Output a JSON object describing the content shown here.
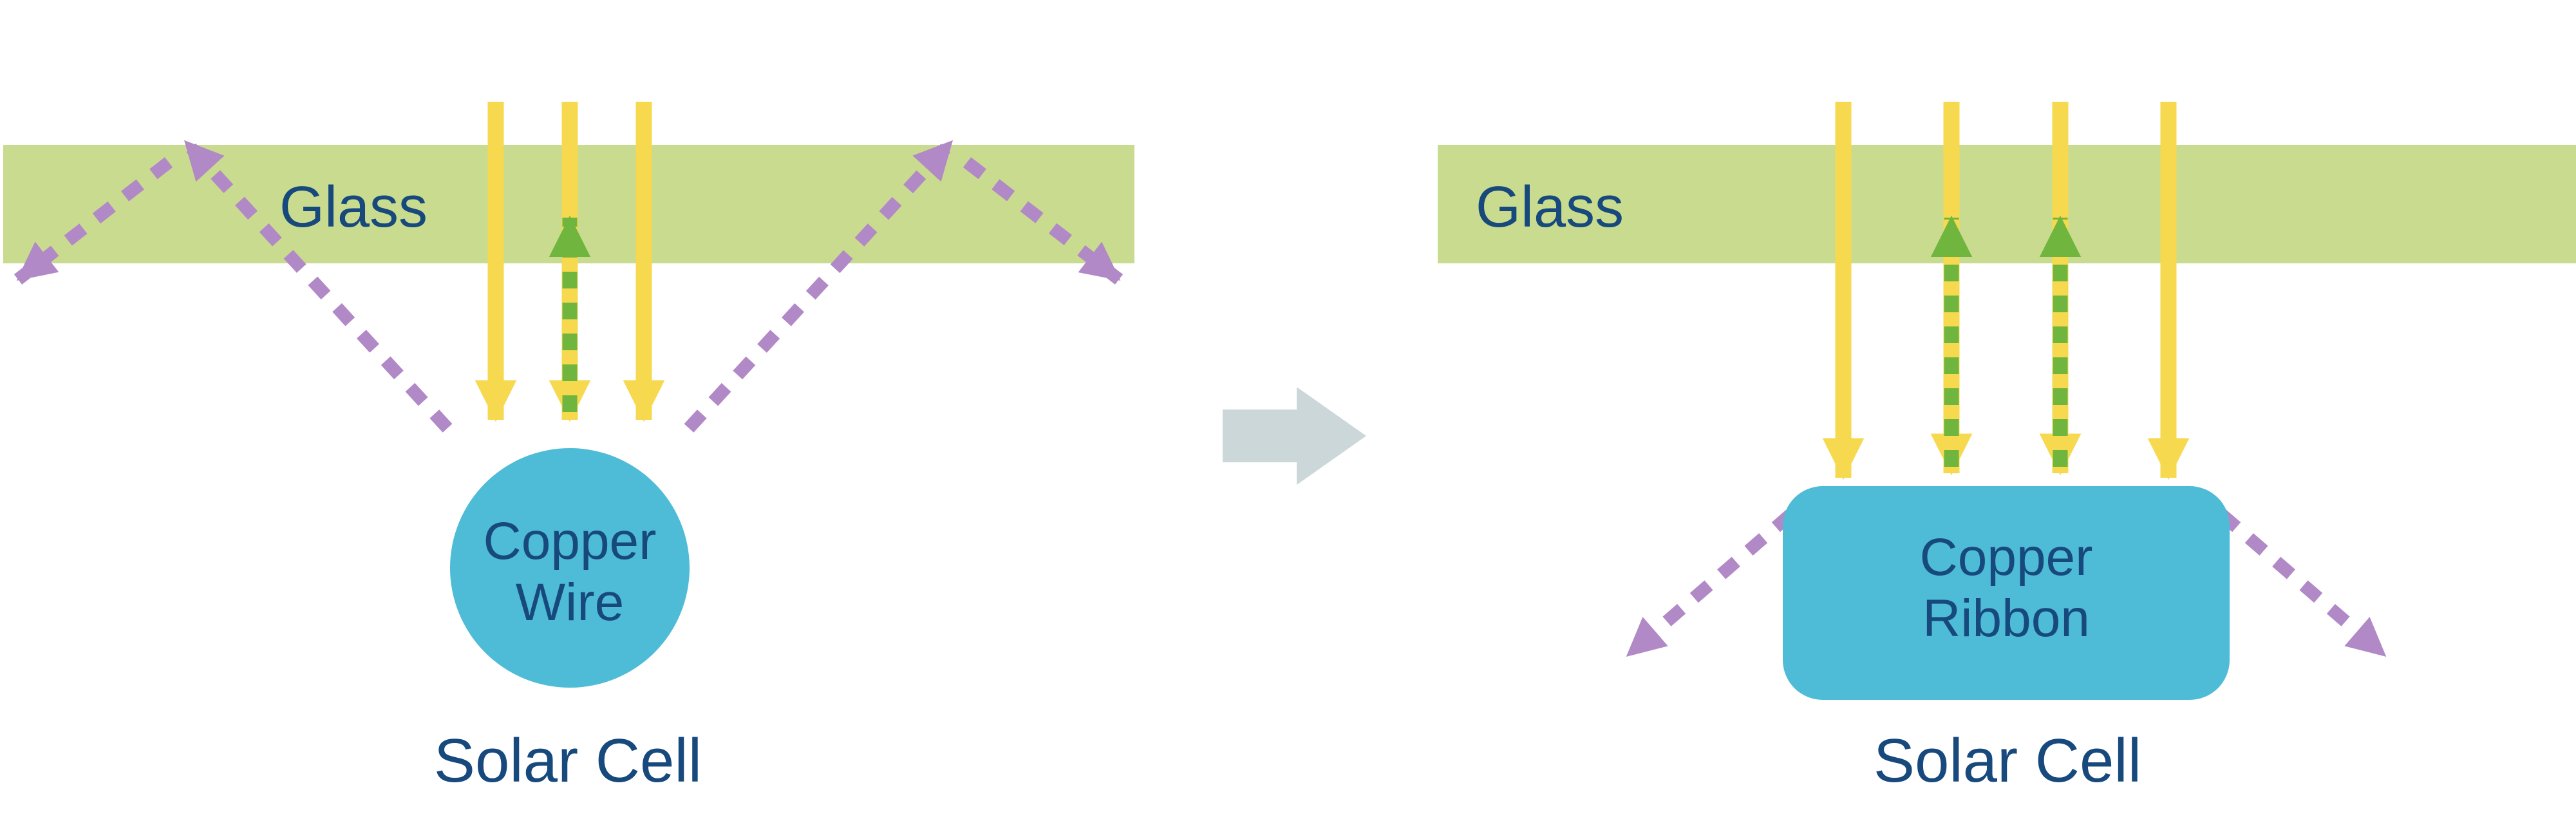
{
  "colors": {
    "glass": "#c9db8e",
    "yellow": "#f7d94f",
    "green": "#6fb53e",
    "purple": "#b189c6",
    "blue": "#4ebbd7",
    "navy": "#17497d",
    "gray": "#ccd7da",
    "background": "#ffffff"
  },
  "left_panel": {
    "glass_label": "Glass",
    "conductor_label_line1": "Copper",
    "conductor_label_line2": "Wire",
    "cell_label": "Solar Cell"
  },
  "right_panel": {
    "glass_label": "Glass",
    "conductor_label_line1": "Copper",
    "conductor_label_line2": "Ribbon",
    "cell_label": "Solar Cell"
  }
}
